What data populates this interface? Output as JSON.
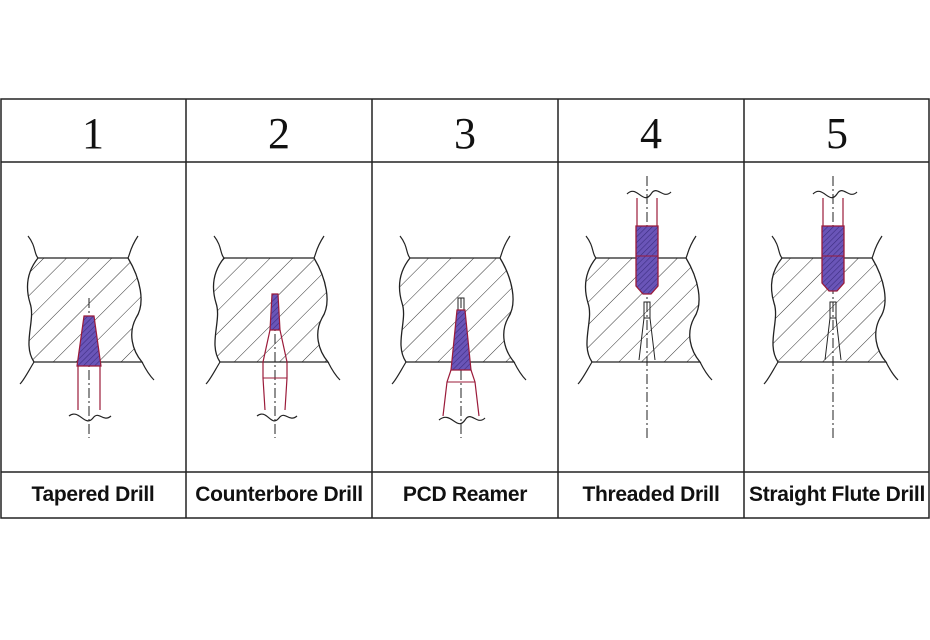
{
  "columns": [
    {
      "number": "1",
      "label": "Tapered Drill",
      "tool_icon": "tapered-drill-icon"
    },
    {
      "number": "2",
      "label": "Counterbore Drill",
      "tool_icon": "counterbore-drill-icon"
    },
    {
      "number": "3",
      "label": "PCD Reamer",
      "tool_icon": "pcd-reamer-icon"
    },
    {
      "number": "4",
      "label": "Threaded Drill",
      "tool_icon": "threaded-drill-icon"
    },
    {
      "number": "5",
      "label": "Straight Flute Drill",
      "tool_icon": "straight-flute-drill-icon"
    }
  ],
  "colors": {
    "line": "#222222",
    "tool_outline": "#9b1b3a",
    "tool_fill": "#5b4aa8"
  }
}
